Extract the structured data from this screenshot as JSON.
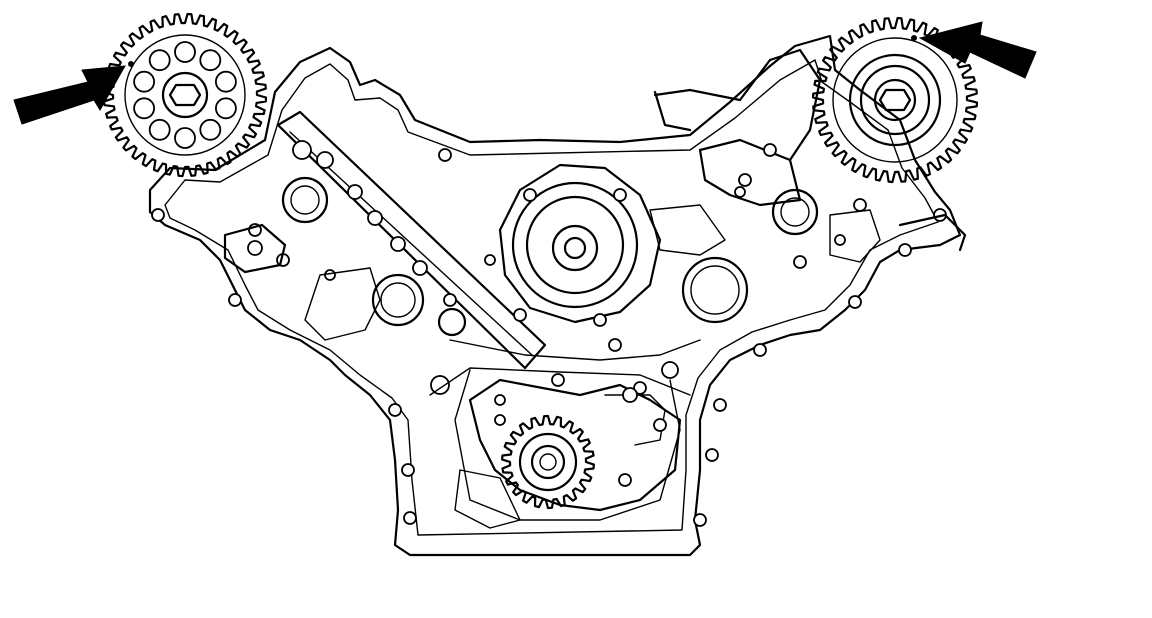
{
  "figure": {
    "subject": "engine-front-timing-components",
    "line_color": "#000000",
    "background_color": "#ffffff"
  },
  "markers": [
    {
      "name": "left-camshaft-sprocket-timing-mark"
    },
    {
      "name": "right-camshaft-sprocket-timing-mark"
    }
  ]
}
